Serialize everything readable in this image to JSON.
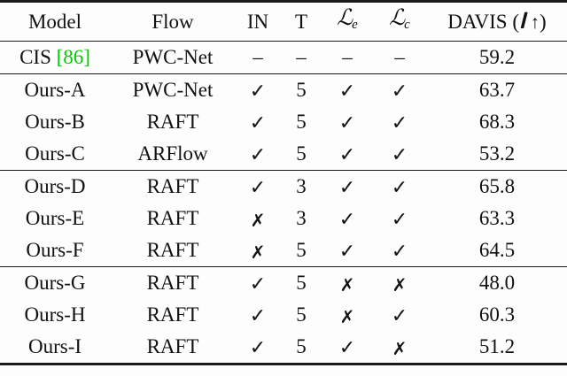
{
  "table": {
    "caption_absent": true,
    "columns": [
      {
        "key": "model",
        "label": "Model"
      },
      {
        "key": "flow",
        "label": "Flow"
      },
      {
        "key": "in",
        "label": "IN"
      },
      {
        "key": "t",
        "label": "T"
      },
      {
        "key": "le",
        "label": "L_e"
      },
      {
        "key": "lc",
        "label": "L_c"
      },
      {
        "key": "davis",
        "label": "DAVIS"
      }
    ],
    "header": {
      "model": "Model",
      "flow": "Flow",
      "in": "IN",
      "t": "T",
      "le_symbol": "ℒ",
      "le_sub": "e",
      "lc_symbol": "ℒ",
      "lc_sub": "c",
      "davis_prefix": "DAVIS (",
      "davis_metric": "𝐥",
      "davis_arrow": "↑",
      "davis_suffix": ")"
    },
    "glyphs": {
      "check": "✓",
      "cross": "✗",
      "dash": "–"
    },
    "colors": {
      "citation_green": "#00cc00",
      "rule_black": "#1a1a1a",
      "text_black": "#111111",
      "background": "#fdfdfd"
    },
    "groups": [
      {
        "name": "baseline",
        "rows": [
          {
            "model": "CIS",
            "citation": "[86]",
            "flow": "PWC-Net",
            "in": "dash",
            "t": "–",
            "le": "dash",
            "lc": "dash",
            "davis": "59.2",
            "bold": false
          }
        ]
      },
      {
        "name": "flow-variants",
        "rows": [
          {
            "model": "Ours-A",
            "citation": "",
            "flow": "PWC-Net",
            "in": "check",
            "t": "5",
            "le": "check",
            "lc": "check",
            "davis": "63.7",
            "bold": false
          },
          {
            "model": "Ours-B",
            "citation": "",
            "flow": "RAFT",
            "in": "check",
            "t": "5",
            "le": "check",
            "lc": "check",
            "davis": "68.3",
            "bold": true
          },
          {
            "model": "Ours-C",
            "citation": "",
            "flow": "ARFlow",
            "in": "check",
            "t": "5",
            "le": "check",
            "lc": "check",
            "davis": "53.2",
            "bold": false
          }
        ]
      },
      {
        "name": "input-temporal-variants",
        "rows": [
          {
            "model": "Ours-D",
            "citation": "",
            "flow": "RAFT",
            "in": "check",
            "t": "3",
            "le": "check",
            "lc": "check",
            "davis": "65.8",
            "bold": false
          },
          {
            "model": "Ours-E",
            "citation": "",
            "flow": "RAFT",
            "in": "cross",
            "t": "3",
            "le": "check",
            "lc": "check",
            "davis": "63.3",
            "bold": false
          },
          {
            "model": "Ours-F",
            "citation": "",
            "flow": "RAFT",
            "in": "cross",
            "t": "5",
            "le": "check",
            "lc": "check",
            "davis": "64.5",
            "bold": false
          }
        ]
      },
      {
        "name": "loss-variants",
        "rows": [
          {
            "model": "Ours-G",
            "citation": "",
            "flow": "RAFT",
            "in": "check",
            "t": "5",
            "le": "cross",
            "lc": "cross",
            "davis": "48.0",
            "bold": false
          },
          {
            "model": "Ours-H",
            "citation": "",
            "flow": "RAFT",
            "in": "check",
            "t": "5",
            "le": "cross",
            "lc": "check",
            "davis": "60.3",
            "bold": false
          },
          {
            "model": "Ours-I",
            "citation": "",
            "flow": "RAFT",
            "in": "check",
            "t": "5",
            "le": "check",
            "lc": "cross",
            "davis": "51.2",
            "bold": false
          }
        ]
      }
    ]
  }
}
